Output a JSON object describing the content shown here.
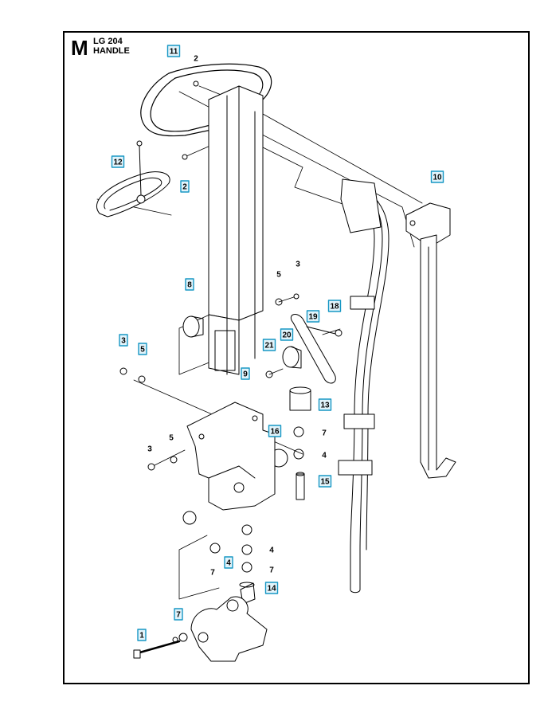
{
  "header": {
    "section_letter": "M",
    "model": "LG 204",
    "title": "HANDLE"
  },
  "callouts": [
    {
      "id": "c11",
      "label": "11",
      "boxed": true
    },
    {
      "id": "c2a",
      "label": "2",
      "boxed": false
    },
    {
      "id": "c2b",
      "label": "2",
      "boxed": true
    },
    {
      "id": "c12",
      "label": "12",
      "boxed": true
    },
    {
      "id": "c10",
      "label": "10",
      "boxed": true
    },
    {
      "id": "c3a",
      "label": "3",
      "boxed": false
    },
    {
      "id": "c5a",
      "label": "5",
      "boxed": false
    },
    {
      "id": "c8",
      "label": "8",
      "boxed": true
    },
    {
      "id": "c18",
      "label": "18",
      "boxed": true
    },
    {
      "id": "c19",
      "label": "19",
      "boxed": true
    },
    {
      "id": "c20",
      "label": "20",
      "boxed": true
    },
    {
      "id": "c21",
      "label": "21",
      "boxed": true
    },
    {
      "id": "c3b",
      "label": "3",
      "boxed": true
    },
    {
      "id": "c5b",
      "label": "5",
      "boxed": true
    },
    {
      "id": "c9",
      "label": "9",
      "boxed": true
    },
    {
      "id": "c13",
      "label": "13",
      "boxed": true
    },
    {
      "id": "c16",
      "label": "16",
      "boxed": true
    },
    {
      "id": "c7a",
      "label": "7",
      "boxed": false
    },
    {
      "id": "c4a",
      "label": "4",
      "boxed": false
    },
    {
      "id": "c5c",
      "label": "5",
      "boxed": false
    },
    {
      "id": "c3c",
      "label": "3",
      "boxed": false
    },
    {
      "id": "c15",
      "label": "15",
      "boxed": true
    },
    {
      "id": "c4b",
      "label": "4",
      "boxed": false
    },
    {
      "id": "c7b",
      "label": "7",
      "boxed": false
    },
    {
      "id": "c4c",
      "label": "4",
      "boxed": true
    },
    {
      "id": "c7c",
      "label": "7",
      "boxed": false
    },
    {
      "id": "c14",
      "label": "14",
      "boxed": true
    },
    {
      "id": "c7d",
      "label": "7",
      "boxed": true
    },
    {
      "id": "c1",
      "label": "1",
      "boxed": true
    }
  ]
}
